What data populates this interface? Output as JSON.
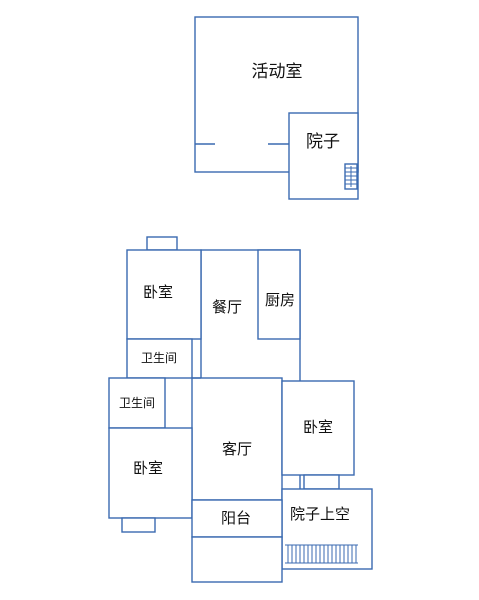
{
  "upper_floor": {
    "activity_room": "活动室",
    "courtyard": "院子"
  },
  "lower_floor": {
    "bedroom_top_left": "卧室",
    "dining_room": "餐厅",
    "kitchen": "厨房",
    "bathroom_top": "卫生间",
    "bathroom_left": "卫生间",
    "bedroom_right": "卧室",
    "living_room": "客厅",
    "bedroom_bottom_left": "卧室",
    "balcony": "阳台",
    "courtyard_above": "院子上空"
  },
  "colors": {
    "wall": "#3a6ab0",
    "text": "#111111",
    "background": "#ffffff"
  }
}
